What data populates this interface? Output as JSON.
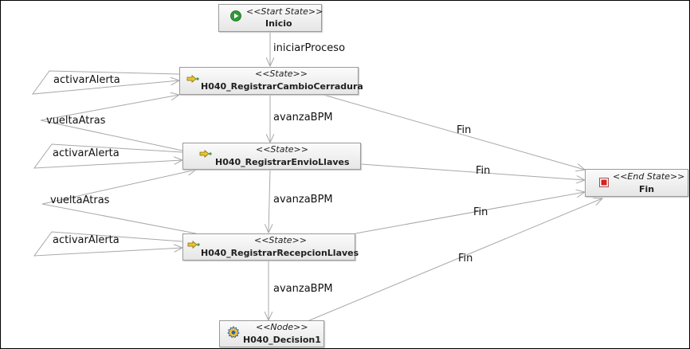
{
  "colors": {
    "line": "#a8a8a8",
    "node_border": "#9a9a9a",
    "start_icon": "#2e9a36",
    "end_icon": "#d92020",
    "state_icon": "#d8b41c",
    "node_icon": "#2b5fb8"
  },
  "nodes": {
    "inicio": {
      "stereotype": "<<Start State>>",
      "name": "Inicio",
      "icon": "play-icon"
    },
    "cambio": {
      "stereotype": "<<State>>",
      "name": "H040_RegistrarCambioCerradura",
      "icon": "state-arrow-icon"
    },
    "envio": {
      "stereotype": "<<State>>",
      "name": "H040_RegistrarEnvioLlaves",
      "icon": "state-arrow-icon"
    },
    "recepcion": {
      "stereotype": "<<State>>",
      "name": "H040_RegistrarRecepcionLlaves",
      "icon": "state-arrow-icon"
    },
    "decision": {
      "stereotype": "<<Node>>",
      "name": "H040_Decision1",
      "icon": "gear-icon"
    },
    "fin": {
      "stereotype": "<<End State>>",
      "name": "Fin",
      "icon": "stop-icon"
    }
  },
  "edges": {
    "iniciar_proceso": "iniciarProceso",
    "avanza_1": "avanzaBPM",
    "avanza_2": "avanzaBPM",
    "avanza_3": "avanzaBPM",
    "alerta_1": "activarAlerta",
    "alerta_2": "activarAlerta",
    "alerta_3": "activarAlerta",
    "vuelta_1": "vueltaAtras",
    "vuelta_2": "vueltaAtras",
    "fin_1": "Fin",
    "fin_2": "Fin",
    "fin_3": "Fin",
    "fin_4": "Fin"
  }
}
